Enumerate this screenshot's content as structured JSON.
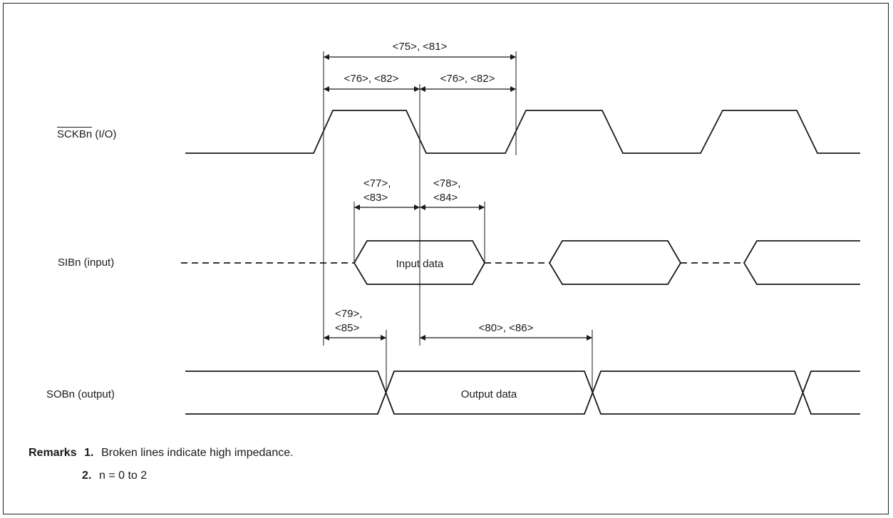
{
  "signals": {
    "sck": {
      "name": "SCKBn",
      "suffix": " (I/O)"
    },
    "si": {
      "label": "SIBn (input)",
      "data_label": "Input data"
    },
    "so": {
      "label": "SOBn (output)",
      "data_label": "Output data"
    }
  },
  "timing": {
    "t75_81": "<75>, <81>",
    "t76_82": "<76>, <82>",
    "t77": "<77>,",
    "t83": "<83>",
    "t78": "<78>,",
    "t84": "<84>",
    "t79": "<79>,",
    "t85": "<85>",
    "t80_86": "<80>, <86>"
  },
  "remarks": {
    "heading": "Remarks",
    "items": [
      {
        "number": "1.",
        "text": "Broken lines indicate high impedance."
      },
      {
        "number": "2.",
        "text": "n = 0 to 2"
      }
    ]
  }
}
